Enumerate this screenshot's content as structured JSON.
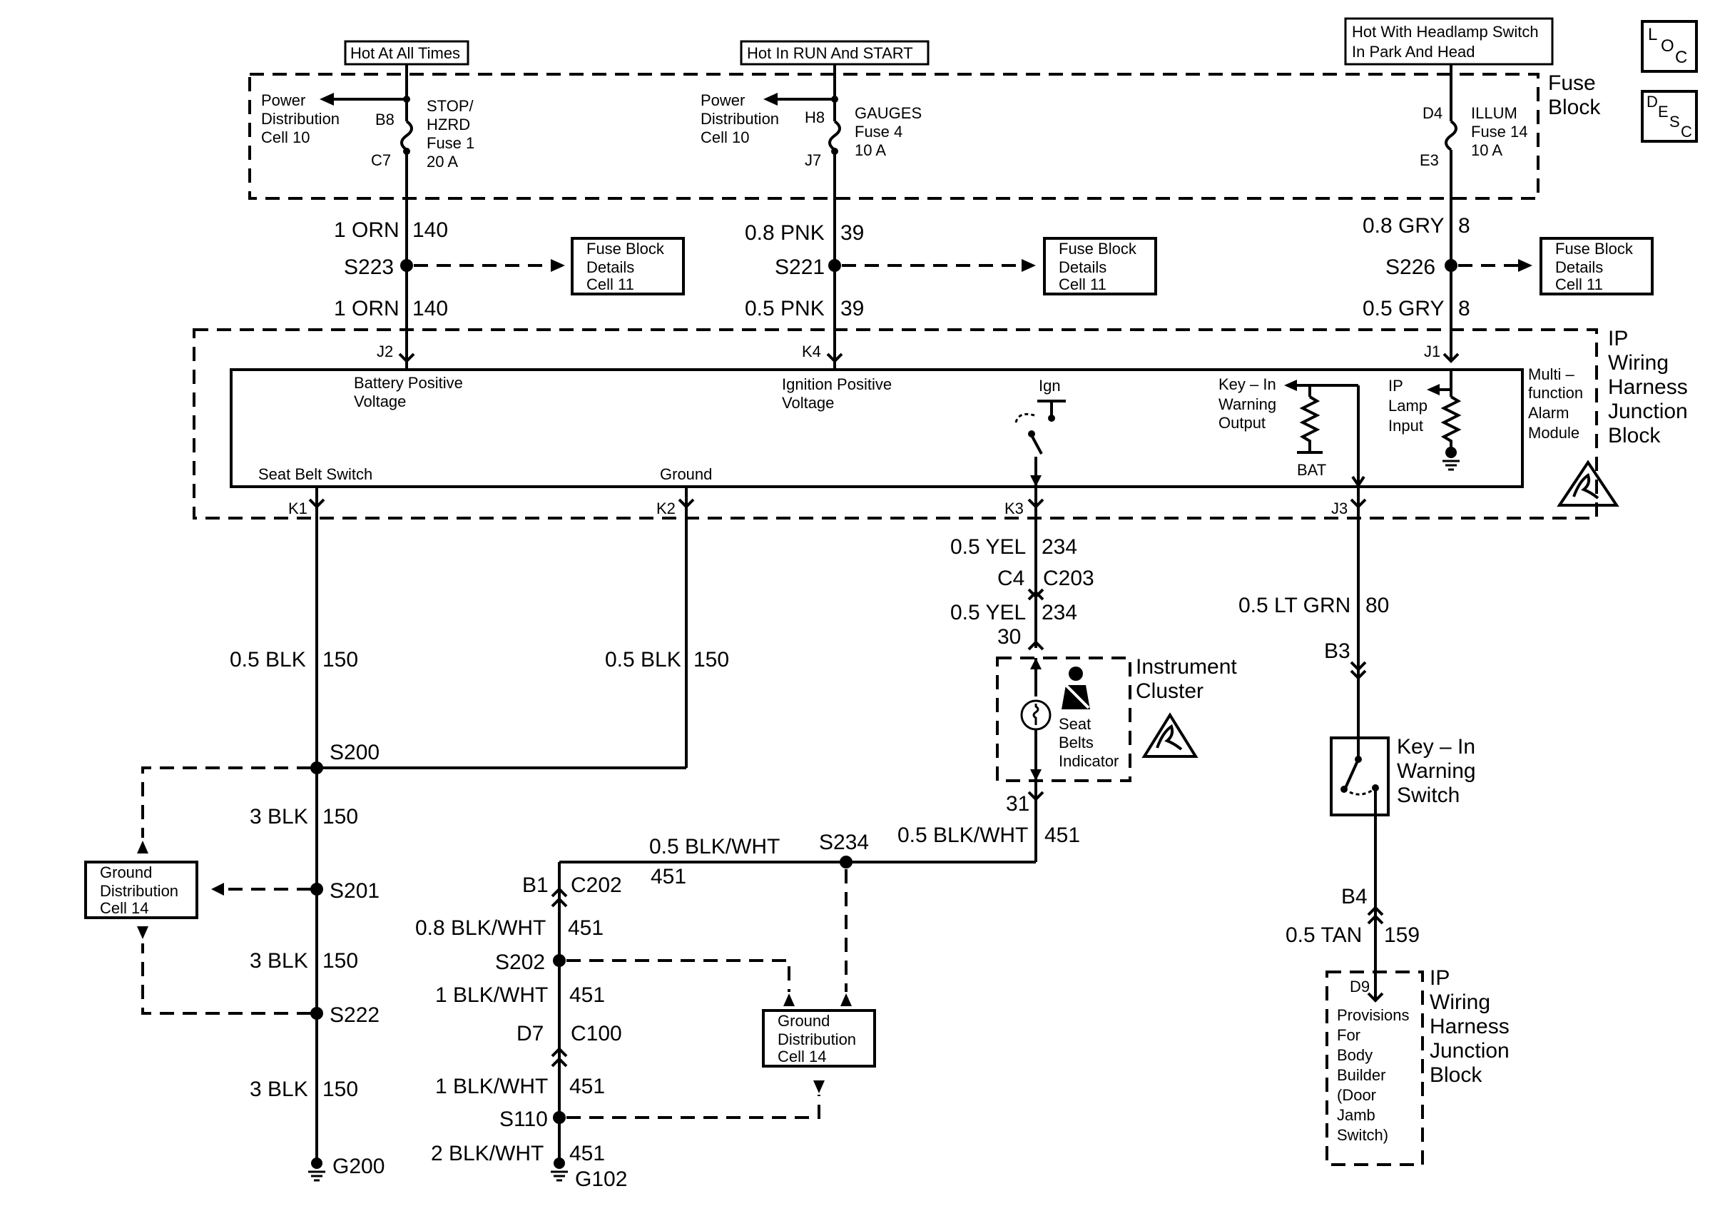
{
  "supply": {
    "hot_at_all_times": "Hot At All Times",
    "hot_run_start": "Hot In RUN And START",
    "hot_headlamp_l1": "Hot With Headlamp Switch",
    "hot_headlamp_l2": "In Park And Head"
  },
  "corner": {
    "loc": [
      "L",
      "O",
      "C"
    ],
    "desc": [
      "D",
      "E",
      "S",
      "C"
    ]
  },
  "fuse_block": {
    "title_l1": "Fuse",
    "title_l2": "Block",
    "pdc_l1": "Power",
    "pdc_l2": "Distribution",
    "pdc_l3": "Cell 10",
    "fuse1": {
      "top": "B8",
      "bottom": "C7",
      "l1": "STOP/",
      "l2": "HZRD",
      "l3": "Fuse 1",
      "l4": "20 A"
    },
    "fuse4": {
      "top": "H8",
      "bottom": "J7",
      "l1": "GAUGES",
      "l2": "Fuse 4",
      "l3": "10 A"
    },
    "fuse14": {
      "top": "D4",
      "bottom": "E3",
      "l1": "ILLUM",
      "l2": "Fuse 14",
      "l3": "10 A"
    }
  },
  "fbd": {
    "l1": "Fuse Block",
    "l2": "Details",
    "l3": "Cell 11"
  },
  "gdc": {
    "l1": "Ground",
    "l2": "Distribution",
    "l3": "Cell 14"
  },
  "circuits": {
    "c140_top": {
      "wire": "1 ORN",
      "num": "140"
    },
    "c140_bot": {
      "wire": "1 ORN",
      "num": "140"
    },
    "c39_top": {
      "wire": "0.8 PNK",
      "num": "39"
    },
    "c39_bot": {
      "wire": "0.5 PNK",
      "num": "39"
    },
    "c8_top": {
      "wire": "0.8 GRY",
      "num": "8"
    },
    "c8_bot": {
      "wire": "0.5 GRY",
      "num": "8"
    },
    "c150_k1": {
      "wire": "0.5 BLK",
      "num": "150"
    },
    "c150_k2": {
      "wire": "0.5 BLK",
      "num": "150"
    },
    "c150_a": {
      "wire": "3 BLK",
      "num": "150"
    },
    "c150_b": {
      "wire": "3 BLK",
      "num": "150"
    },
    "c150_c": {
      "wire": "3 BLK",
      "num": "150"
    },
    "c234_a": {
      "wire": "0.5 YEL",
      "num": "234"
    },
    "c234_b": {
      "wire": "0.5 YEL",
      "num": "234"
    },
    "c80": {
      "wire": "0.5 LT GRN",
      "num": "80"
    },
    "c159": {
      "wire": "0.5 TAN",
      "num": "159"
    },
    "c451_top": {
      "wire": "0.5 BLK/WHT",
      "num": "451"
    },
    "c451_ic": {
      "wire": "0.5 BLK/WHT",
      "num": "451"
    },
    "c451_a": {
      "wire": "0.8 BLK/WHT",
      "num": "451"
    },
    "c451_b": {
      "wire": "1 BLK/WHT",
      "num": "451"
    },
    "c451_c": {
      "wire": "1 BLK/WHT",
      "num": "451"
    },
    "c451_d": {
      "wire": "2 BLK/WHT",
      "num": "451"
    }
  },
  "splices": {
    "s223": "S223",
    "s221": "S221",
    "s226": "S226",
    "s200": "S200",
    "s201": "S201",
    "s222": "S222",
    "s234": "S234",
    "s202": "S202",
    "s110": "S110"
  },
  "grounds": {
    "g200": "G200",
    "g102": "G102"
  },
  "connectors": {
    "j2": "J2",
    "k4": "K4",
    "j1": "J1",
    "k1": "K1",
    "k2": "K2",
    "k3": "K3",
    "j3": "J3",
    "c4": "C4",
    "c203": "C203",
    "p30": "30",
    "p31": "31",
    "b3": "B3",
    "b4": "B4",
    "b1": "B1",
    "c202": "C202",
    "d7": "D7",
    "c100": "C100",
    "d9": "D9"
  },
  "ip_block": {
    "l1": "IP",
    "l2": "Wiring",
    "l3": "Harness",
    "l4": "Junction",
    "l5": "Block"
  },
  "module": {
    "batt_l1": "Battery Positive",
    "batt_l2": "Voltage",
    "ign_l1": "Ignition Positive",
    "ign_l2": "Voltage",
    "ign": "Ign",
    "keyout_l1": "Key – In",
    "keyout_l2": "Warning",
    "keyout_l3": "Output",
    "bat": "BAT",
    "lamp_l1": "IP",
    "lamp_l2": "Lamp",
    "lamp_l3": "Input",
    "name_l1": "Multi –",
    "name_l2": "function",
    "name_l3": "Alarm",
    "name_l4": "Module",
    "seatbelt": "Seat Belt Switch",
    "ground": "Ground"
  },
  "cluster": {
    "title_l1": "Instrument",
    "title_l2": "Cluster",
    "ind_l1": "Seat",
    "ind_l2": "Belts",
    "ind_l3": "Indicator"
  },
  "key_switch": {
    "l1": "Key – In",
    "l2": "Warning",
    "l3": "Switch"
  },
  "body_builder": {
    "l1": "Provisions",
    "l2": "For",
    "l3": "Body",
    "l4": "Builder",
    "l5": "(Door",
    "l6": "Jamb",
    "l7": "Switch)"
  }
}
